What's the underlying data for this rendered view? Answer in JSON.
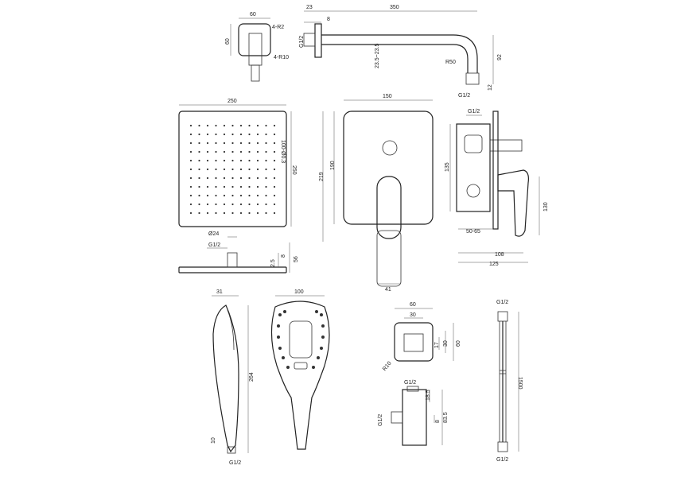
{
  "diagram": {
    "wall_connector": {
      "w": "60",
      "h": "60",
      "r1": "4-R2",
      "r2": "4-R10"
    },
    "shower_arm": {
      "l1": "23",
      "l2": "350",
      "l3": "8",
      "thread": "G1/2",
      "dia": "23.5~23.5",
      "r": "R50",
      "h1": "92",
      "h2": "12",
      "thread2": "G1/2"
    },
    "overhead": {
      "w": "250",
      "h": "250",
      "nozzle": "100-Ø0.3"
    },
    "overhead_side": {
      "dia": "Ø24",
      "thread": "G1/2",
      "d1": "8",
      "d2": "2.5",
      "d3": "56"
    },
    "mixer_front": {
      "w": "150",
      "h1": "219",
      "h2": "190",
      "d": "41"
    },
    "mixer_side": {
      "thread": "G1/2",
      "d1": "135",
      "d2": "130",
      "d3": "50-65",
      "d4": "108",
      "d5": "125"
    },
    "hand_shower_side": {
      "w": "31",
      "h": "264",
      "d": "10",
      "thread": "G1/2"
    },
    "hand_shower_front": {
      "w": "100"
    },
    "outlet_front": {
      "w1": "60",
      "w2": "30",
      "h1": "17",
      "h2": "30",
      "h3": "60",
      "r": "R10"
    },
    "outlet_side": {
      "thread": "G1/2",
      "d1": "18.5",
      "d2": "83.5",
      "d3": "8",
      "thread2": "G1/2"
    },
    "hose": {
      "top": "G1/2",
      "len": "1500",
      "bottom": "G1/2"
    }
  }
}
